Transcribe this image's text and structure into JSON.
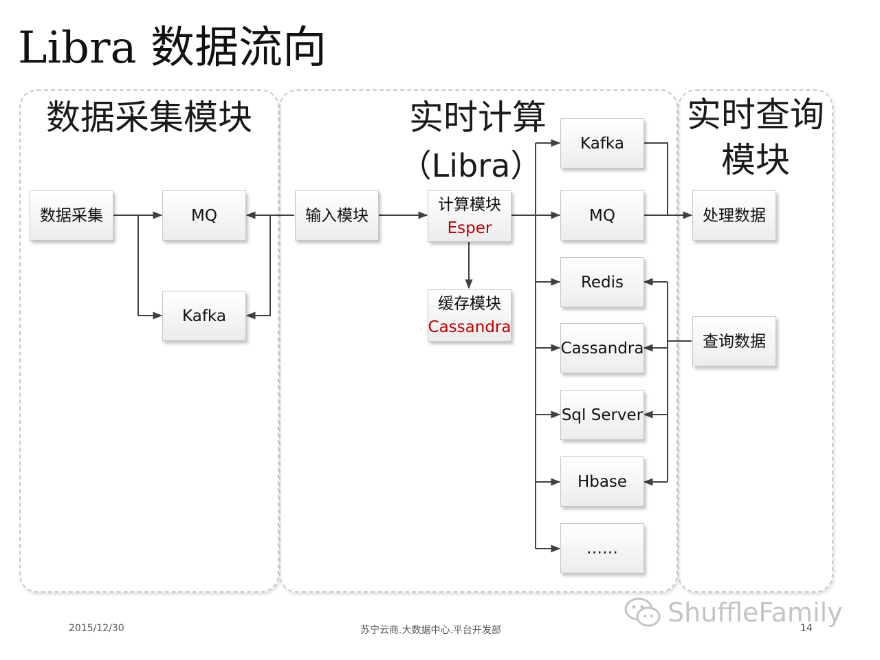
{
  "title": "Libra 数据流向",
  "panels": {
    "collect": {
      "title": "数据采集模块"
    },
    "compute": {
      "title_line1": "实时计算",
      "title_line2": "（Libra）"
    },
    "query": {
      "title_line1": "实时查询",
      "title_line2": "模块"
    }
  },
  "nodes": {
    "collect": "数据采集",
    "mq_in": "MQ",
    "kafka_in": "Kafka",
    "input": "输入模块",
    "compute": {
      "label": "计算模块",
      "tech": "Esper"
    },
    "cache": {
      "label": "缓存模块",
      "tech": "Cassandra"
    },
    "out_kafka": "Kafka",
    "out_mq": "MQ",
    "out_redis": "Redis",
    "out_cassandra": "Cassandra",
    "out_sqlserver": "Sql Server",
    "out_hbase": "Hbase",
    "out_more": "……",
    "process": "处理数据",
    "query": "查询数据"
  },
  "footer": {
    "date": "2015/12/30",
    "org": "苏宁云商.大数据中心.平台开发部",
    "page": "14"
  },
  "watermark": "ShuffleFamily",
  "colors": {
    "highlight": "#c00000",
    "line": "#404040",
    "panel_border": "#c8c8c8"
  }
}
